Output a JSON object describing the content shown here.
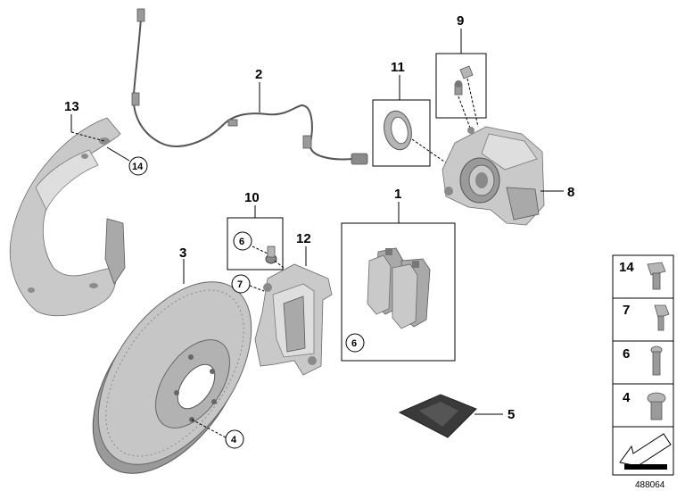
{
  "callouts": {
    "c1": "1",
    "c2": "2",
    "c3": "3",
    "c4": "4",
    "c5": "5",
    "c6a": "6",
    "c6b": "6",
    "c7": "7",
    "c8": "8",
    "c9": "9",
    "c10": "10",
    "c11": "11",
    "c12": "12",
    "c13": "13",
    "c14": "14"
  },
  "legend": {
    "items": [
      {
        "num": "14",
        "icon": "flange-bolt-icon"
      },
      {
        "num": "7",
        "icon": "hex-screw-icon"
      },
      {
        "num": "6",
        "icon": "bolt-icon"
      },
      {
        "num": "4",
        "icon": "countersunk-bolt-icon"
      }
    ]
  },
  "reference": "488064"
}
